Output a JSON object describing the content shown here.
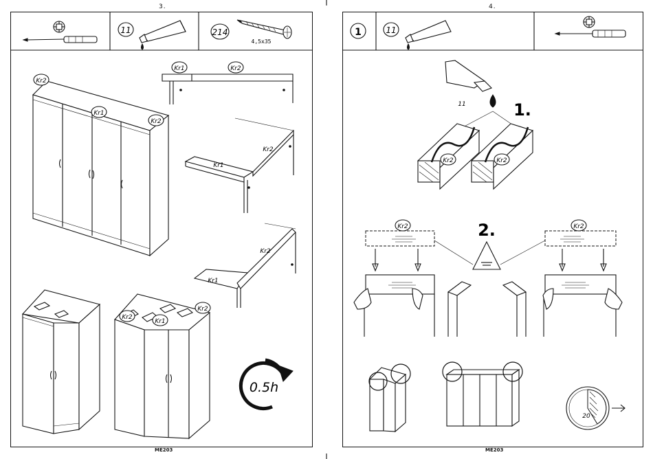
{
  "left_page": {
    "page_number": "3.",
    "footer_code": "ME203",
    "parts": {
      "glue_qty": "11",
      "screw_qty": "214",
      "screw_size": "4,5x35"
    },
    "labels": {
      "kr1": "Kr1",
      "kr2": "Kr2"
    },
    "time_estimate": "0.5h"
  },
  "right_page": {
    "page_number": "4.",
    "footer_code": "ME203",
    "header": {
      "people_count": "1",
      "glue_qty": "11"
    },
    "glue_label": "11",
    "step_1": "1.",
    "step_2": "2.",
    "labels": {
      "kr2": "Kr2"
    },
    "timer_value": "20"
  }
}
